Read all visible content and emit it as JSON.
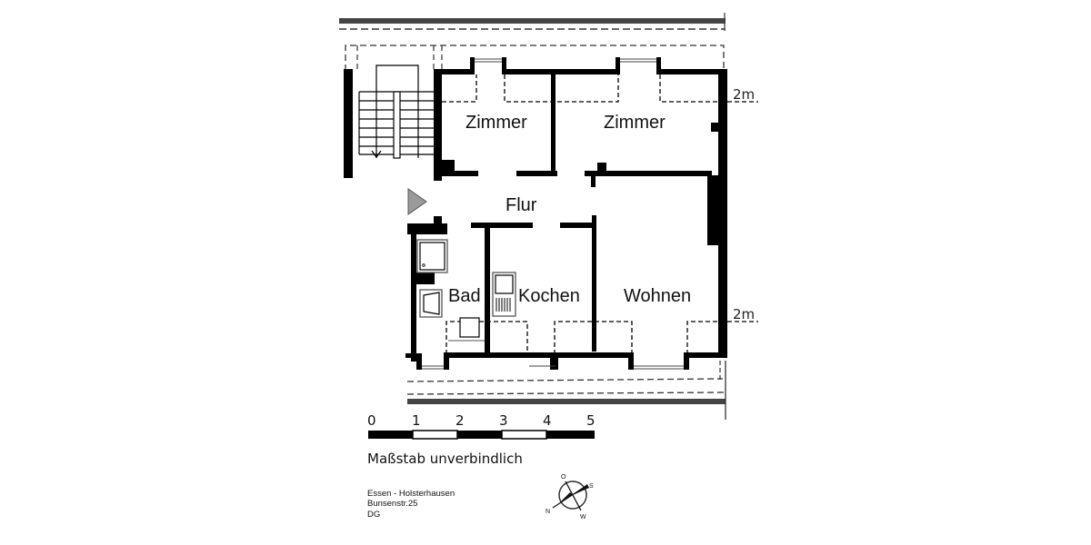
{
  "floor_plan": {
    "rooms": [
      {
        "id": "zimmer-1",
        "label": "Zimmer"
      },
      {
        "id": "zimmer-2",
        "label": "Zimmer"
      },
      {
        "id": "flur",
        "label": "Flur"
      },
      {
        "id": "bad",
        "label": "Bad"
      },
      {
        "id": "kochen",
        "label": "Kochen"
      },
      {
        "id": "wohnen",
        "label": "Wohnen"
      }
    ],
    "dimension_markers": [
      {
        "label": "2m",
        "position": "upper"
      },
      {
        "label": "2m",
        "position": "lower"
      }
    ],
    "entrance_marker_color": "#9a9a9a",
    "wall_color": "#000000"
  },
  "scale_bar": {
    "ticks": [
      "0",
      "1",
      "2",
      "3",
      "4",
      "5"
    ],
    "note": "Maßstab unverbindlich"
  },
  "address": {
    "line1": "Essen - Holsterhausen",
    "line2": "Bunsenstr.25",
    "line3": "DG"
  },
  "compass": {
    "letters": {
      "north": "N",
      "south": "S",
      "east": "O",
      "west": "W"
    }
  }
}
